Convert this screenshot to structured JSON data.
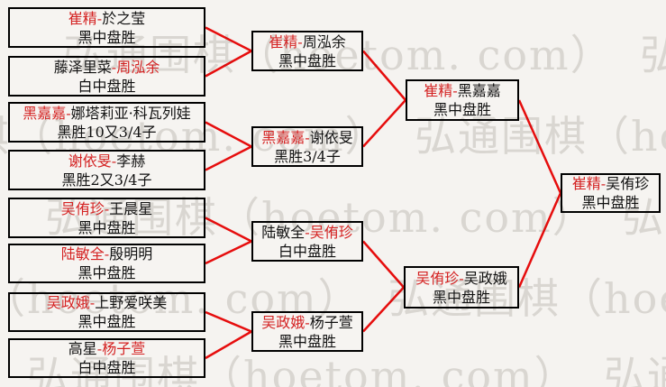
{
  "colors": {
    "background": "#f5f3f0",
    "box_fill": "#f6f4f1",
    "box_border": "#000000",
    "text_black": "#111111",
    "winner_red": "#d42222",
    "line_red": "#e60d0d",
    "watermark_gray": "#d9d6d1"
  },
  "watermark": {
    "text": "弘通围棋（hoetom. com）"
  },
  "bracket": {
    "rounds": [
      {
        "matches": [
          {
            "id": "r1m1",
            "segments": [
              {
                "t": "崔精-",
                "red": true
              },
              {
                "t": "於之莹",
                "red": false
              }
            ],
            "result": "黑中盘胜",
            "feeds": "r2m1"
          },
          {
            "id": "r1m2",
            "segments": [
              {
                "t": "藤泽里菜",
                "red": false
              },
              {
                "t": "-周泓余",
                "red": true
              }
            ],
            "result": "白中盘胜",
            "feeds": "r2m1"
          },
          {
            "id": "r1m3",
            "segments": [
              {
                "t": "黑嘉嘉-",
                "red": true
              },
              {
                "t": "娜塔莉亚·科瓦列娃",
                "red": false
              }
            ],
            "result": "黑胜10又3/4子",
            "feeds": "r2m2"
          },
          {
            "id": "r1m4",
            "segments": [
              {
                "t": "谢依旻-",
                "red": true
              },
              {
                "t": "李赫",
                "red": false
              }
            ],
            "result": "黑胜2又3/4子",
            "feeds": "r2m2"
          },
          {
            "id": "r1m5",
            "segments": [
              {
                "t": "吴侑珍-",
                "red": true
              },
              {
                "t": "王晨星",
                "red": false
              }
            ],
            "result": "黑中盘胜",
            "feeds": "r2m3"
          },
          {
            "id": "r1m6",
            "segments": [
              {
                "t": "陆敏全-",
                "red": true
              },
              {
                "t": "殷明明",
                "red": false
              }
            ],
            "result": "黑中盘胜",
            "feeds": "r2m3"
          },
          {
            "id": "r1m7",
            "segments": [
              {
                "t": "吴政娥-",
                "red": true
              },
              {
                "t": "上野爱咲美",
                "red": false
              }
            ],
            "result": "黑中盘胜",
            "feeds": "r2m4"
          },
          {
            "id": "r1m8",
            "segments": [
              {
                "t": "高星",
                "red": false
              },
              {
                "t": "-杨子萱",
                "red": true
              }
            ],
            "result": "白中盘胜",
            "feeds": "r2m4"
          }
        ]
      },
      {
        "matches": [
          {
            "id": "r2m1",
            "segments": [
              {
                "t": "崔精-",
                "red": true
              },
              {
                "t": "周泓余",
                "red": false
              }
            ],
            "result": "黑中盘胜",
            "feeds": "sf1"
          },
          {
            "id": "r2m2",
            "segments": [
              {
                "t": "黑嘉嘉-",
                "red": true
              },
              {
                "t": "谢依旻",
                "red": false
              }
            ],
            "result": "黑胜3/4子",
            "feeds": "sf1"
          },
          {
            "id": "r2m3",
            "segments": [
              {
                "t": "陆敏全",
                "red": false
              },
              {
                "t": "-吴侑珍",
                "red": true
              }
            ],
            "result": "白中盘胜",
            "feeds": "sf2"
          },
          {
            "id": "r2m4",
            "segments": [
              {
                "t": "吴政娥-",
                "red": true
              },
              {
                "t": "杨子萱",
                "red": false
              }
            ],
            "result": "黑中盘胜",
            "feeds": "sf2"
          }
        ]
      },
      {
        "matches": [
          {
            "id": "sf1",
            "segments": [
              {
                "t": "崔精-",
                "red": true
              },
              {
                "t": "黑嘉嘉",
                "red": false
              }
            ],
            "result": "黑中盘胜",
            "feeds": "f1"
          },
          {
            "id": "sf2",
            "segments": [
              {
                "t": "吴侑珍-",
                "red": true
              },
              {
                "t": "吴政娥",
                "red": false
              }
            ],
            "result": "黑中盘胜",
            "feeds": "f1"
          }
        ]
      },
      {
        "matches": [
          {
            "id": "f1",
            "segments": [
              {
                "t": "崔精-",
                "red": true
              },
              {
                "t": "吴侑珍",
                "red": false
              }
            ],
            "result": "黑中盘胜",
            "feeds": null
          }
        ]
      }
    ]
  }
}
